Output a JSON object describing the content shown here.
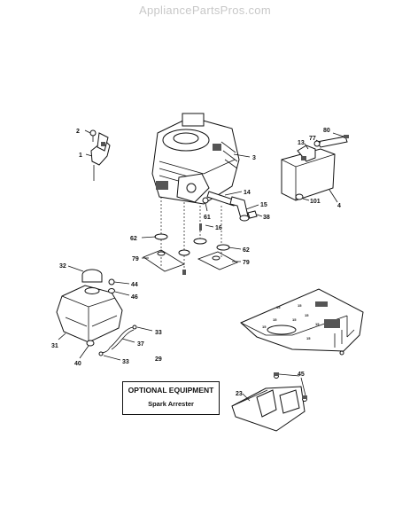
{
  "watermark": "AppliancePartsPros.com",
  "optional_box": {
    "title": "OPTIONAL EQUIPMENT",
    "subtitle": "Spark Arrester"
  },
  "callouts": {
    "c1": "1",
    "c2": "2",
    "c3": "3",
    "c4": "4",
    "c13": "13",
    "c14": "14",
    "c15": "15",
    "c16": "16",
    "c23": "23",
    "c29": "29",
    "c31": "31",
    "c32": "32",
    "c33a": "33",
    "c33b": "33",
    "c37": "37",
    "c38": "38",
    "c40": "40",
    "c44": "44",
    "c45": "45",
    "c46": "46",
    "c61": "61",
    "c62a": "62",
    "c62b": "62",
    "c77": "77",
    "c79a": "79",
    "c79b": "79",
    "c80": "80",
    "c101": "101"
  },
  "plate_marks": "15"
}
